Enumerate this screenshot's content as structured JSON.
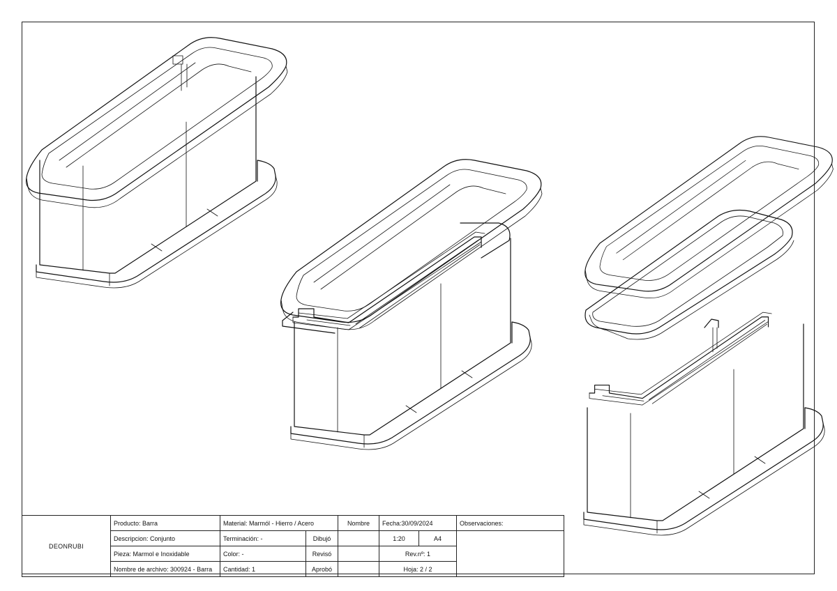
{
  "title_block": {
    "company": "DEONRUBI",
    "producto": "Producto: Barra",
    "descripcion": "Descripcion: Conjunto",
    "pieza": "Pieza: Marmol e Inoxidable",
    "archivo": "Nombre de archivo: 300924 - Barra",
    "material": "Material: Marmól - Hierro / Acero",
    "terminacion": "Terminación: -",
    "color": "Color: -",
    "cantidad": "Cantidad: 1",
    "nombre_header": "Nombre",
    "dibujo": "Dibujó",
    "reviso": "Revisó",
    "aprobo": "Aprobó",
    "fecha": "Fecha:30/09/2024",
    "escala": "1:20",
    "formato": "A4",
    "revision": "Rev.nº: 1",
    "hoja": "Hoja: 2 / 2",
    "observaciones": "Observaciones:"
  },
  "views": [
    {
      "name": "assembled-view",
      "parts": [
        "top",
        "body"
      ]
    },
    {
      "name": "partial-exploded-view",
      "parts": [
        "top",
        "frame",
        "body"
      ]
    },
    {
      "name": "exploded-view",
      "parts": [
        "top",
        "slab",
        "body"
      ]
    }
  ]
}
